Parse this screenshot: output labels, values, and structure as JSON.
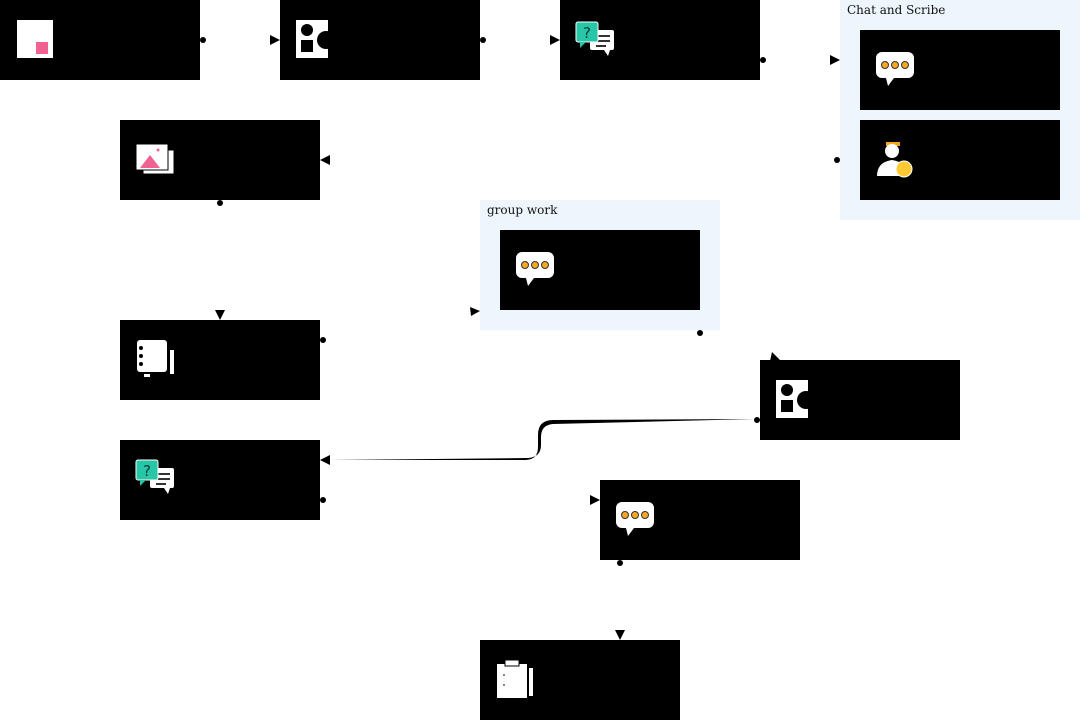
{
  "groups": [
    {
      "id": "chat-and-scribe",
      "label": "Chat and Scribe"
    },
    {
      "id": "group-work",
      "label": "group work"
    }
  ],
  "nodes": [
    {
      "id": "n1",
      "icon": "document-icon"
    },
    {
      "id": "n2",
      "icon": "shapes-icon"
    },
    {
      "id": "n3",
      "icon": "question-chat-icon"
    },
    {
      "id": "n4",
      "icon": "speech-bubble-icon"
    },
    {
      "id": "n5",
      "icon": "scribe-person-icon"
    },
    {
      "id": "n6",
      "icon": "image-gallery-icon"
    },
    {
      "id": "n7",
      "icon": "speech-bubble-icon"
    },
    {
      "id": "n8",
      "icon": "notebook-icon"
    },
    {
      "id": "n9",
      "icon": "shapes-icon"
    },
    {
      "id": "n10",
      "icon": "question-chat-icon"
    },
    {
      "id": "n11",
      "icon": "speech-bubble-icon"
    },
    {
      "id": "n12",
      "icon": "clipboard-icon"
    }
  ],
  "colors": {
    "group_background": "#eef6fd",
    "node_background": "#000000",
    "accent_pink": "#f06292",
    "accent_teal": "#26c6a6",
    "accent_orange": "#f5a623",
    "accent_yellow": "#ffc933"
  }
}
